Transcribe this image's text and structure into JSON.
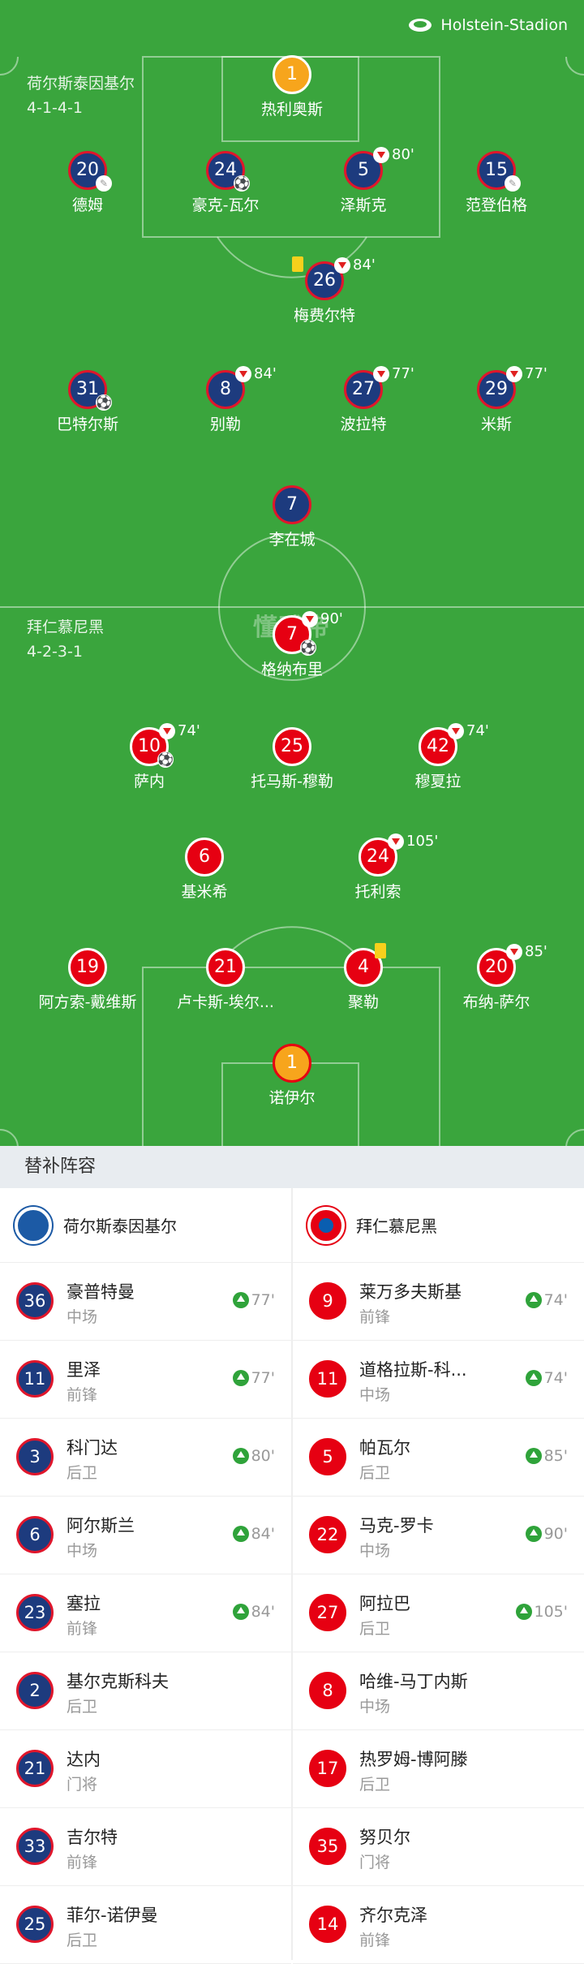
{
  "stadium": "Holstein-Stadion",
  "watermark": "懂球帝",
  "home": {
    "name": "荷尔斯泰因基尔",
    "formation": "4-1-4-1",
    "players": [
      {
        "num": "1",
        "name": "热利奥斯",
        "type": "gk1"
      },
      {
        "num": "20",
        "name": "德姆",
        "boot": true
      },
      {
        "num": "24",
        "name": "豪克-瓦尔",
        "ball": true
      },
      {
        "num": "5",
        "name": "泽斯克",
        "sub": "80'"
      },
      {
        "num": "15",
        "name": "范登伯格",
        "boot": true
      },
      {
        "num": "26",
        "name": "梅费尔特",
        "sub": "84'",
        "card": true
      },
      {
        "num": "31",
        "name": "巴特尔斯",
        "ball": true
      },
      {
        "num": "8",
        "name": "别勒",
        "sub": "84'"
      },
      {
        "num": "27",
        "name": "波拉特",
        "sub": "77'"
      },
      {
        "num": "29",
        "name": "米斯",
        "sub": "77'"
      },
      {
        "num": "7",
        "name": "李在城"
      }
    ]
  },
  "away": {
    "name": "拜仁慕尼黑",
    "formation": "4-2-3-1",
    "players": [
      {
        "num": "7",
        "name": "格纳布里",
        "sub": "90'",
        "ball": true
      },
      {
        "num": "10",
        "name": "萨内",
        "sub": "74'",
        "ball": true
      },
      {
        "num": "25",
        "name": "托马斯-穆勒"
      },
      {
        "num": "42",
        "name": "穆夏拉",
        "sub": "74'"
      },
      {
        "num": "6",
        "name": "基米希"
      },
      {
        "num": "24",
        "name": "托利索",
        "sub": "105'"
      },
      {
        "num": "19",
        "name": "阿方索-戴维斯"
      },
      {
        "num": "21",
        "name": "卢卡斯-埃尔..."
      },
      {
        "num": "4",
        "name": "聚勒",
        "card2": true
      },
      {
        "num": "20",
        "name": "布纳-萨尔",
        "sub": "85'"
      },
      {
        "num": "1",
        "name": "诺伊尔",
        "type": "gk2"
      }
    ]
  },
  "subs": {
    "title": "替补阵容",
    "home": [
      {
        "num": "36",
        "name": "豪普特曼",
        "pos": "中场",
        "min": "77'"
      },
      {
        "num": "11",
        "name": "里泽",
        "pos": "前锋",
        "min": "77'"
      },
      {
        "num": "3",
        "name": "科门达",
        "pos": "后卫",
        "min": "80'"
      },
      {
        "num": "6",
        "name": "阿尔斯兰",
        "pos": "中场",
        "min": "84'"
      },
      {
        "num": "23",
        "name": "塞拉",
        "pos": "前锋",
        "min": "84'"
      },
      {
        "num": "2",
        "name": "基尔克斯科夫",
        "pos": "后卫",
        "min": ""
      },
      {
        "num": "21",
        "name": "达内",
        "pos": "门将",
        "min": ""
      },
      {
        "num": "33",
        "name": "吉尔特",
        "pos": "前锋",
        "min": ""
      },
      {
        "num": "25",
        "name": "菲尔-诺伊曼",
        "pos": "后卫",
        "min": ""
      }
    ],
    "away": [
      {
        "num": "9",
        "name": "莱万多夫斯基",
        "pos": "前锋",
        "min": "74'"
      },
      {
        "num": "11",
        "name": "道格拉斯-科...",
        "pos": "中场",
        "min": "74'"
      },
      {
        "num": "5",
        "name": "帕瓦尔",
        "pos": "后卫",
        "min": "85'"
      },
      {
        "num": "22",
        "name": "马克-罗卡",
        "pos": "中场",
        "min": "90'"
      },
      {
        "num": "27",
        "name": "阿拉巴",
        "pos": "后卫",
        "min": "105'"
      },
      {
        "num": "8",
        "name": "哈维-马丁内斯",
        "pos": "中场",
        "min": ""
      },
      {
        "num": "17",
        "name": "热罗姆-博阿滕",
        "pos": "后卫",
        "min": ""
      },
      {
        "num": "35",
        "name": "努贝尔",
        "pos": "门将",
        "min": ""
      },
      {
        "num": "14",
        "name": "齐尔克泽",
        "pos": "前锋",
        "min": ""
      }
    ]
  }
}
